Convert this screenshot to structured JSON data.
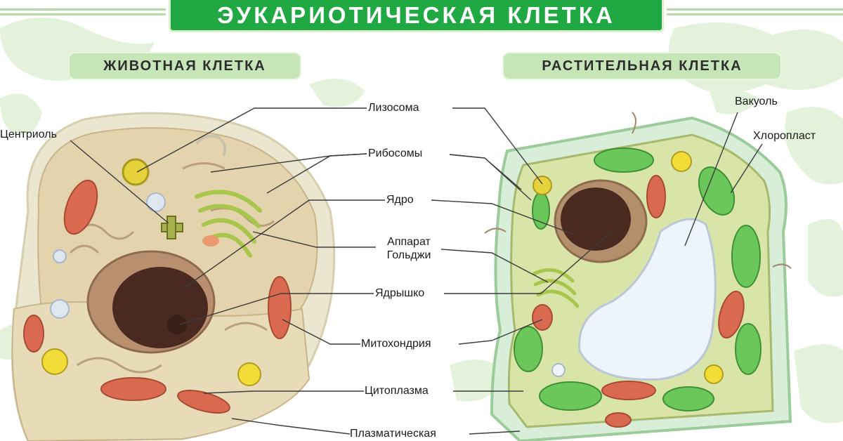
{
  "title": "ЭУКАРИОТИЧЕСКАЯ КЛЕТКА",
  "animal_cell": {
    "title": "ЖИВОТНАЯ КЛЕТКА"
  },
  "plant_cell": {
    "title": "РАСТИТЕЛЬНАЯ КЛЕТКА"
  },
  "labels": {
    "lysosome": "Лизосома",
    "ribosomes": "Рибосомы",
    "nucleus": "Ядро",
    "golgi_line1": "Аппарат",
    "golgi_line2": "Гольджи",
    "nucleolus": "Ядрышко",
    "mitochondria": "Митохондрия",
    "cytoplasm": "Цитоплазма",
    "plasma": "Плазматическая",
    "centriole": "Центриоль",
    "vacuole": "Вакуоль",
    "chloroplast": "Хлоропласт"
  },
  "colors": {
    "banner": "#20a843",
    "subtitle_bg": "#c7e6b8",
    "background_blobs": "#e4f2dc",
    "animal_membrane": "#e9e3c8",
    "animal_cytoplasm": "#e6d7b2",
    "nucleus": "#4a2a20",
    "mitochondria": "#d96a50",
    "golgi": "#b8d65a",
    "plant_wall": "#d5ecd6",
    "chloroplast": "#6cc75a",
    "vacuole": "#eef4fb"
  }
}
